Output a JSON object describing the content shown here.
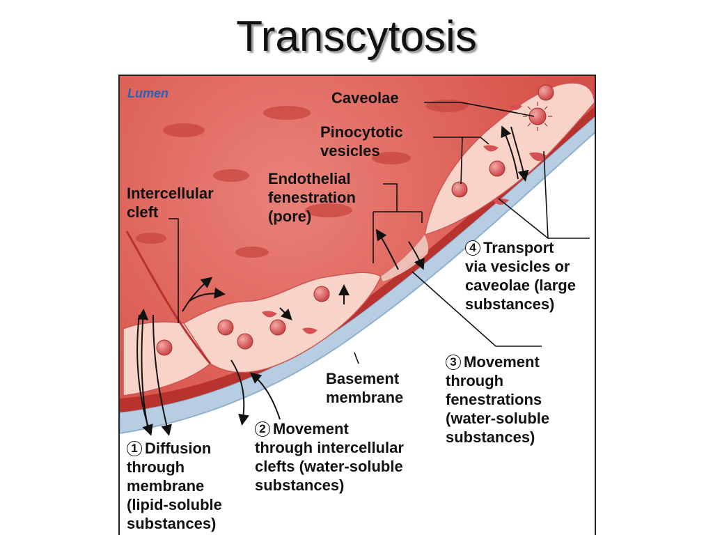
{
  "title": "Transcytosis",
  "lumen_label": "Lumen",
  "labels": {
    "caveolae": "Caveolae",
    "pinocytotic": "Pinocytotic\nvesicles",
    "endothelial": "Endothelial\nfenestration\n(pore)",
    "intercellular": "Intercellular\ncleft",
    "basement": "Basement\nmembrane"
  },
  "steps": [
    {
      "number": "1",
      "first": "Diffusion",
      "rest": "through\nmembrane\n(lipid-soluble\nsubstances)"
    },
    {
      "number": "2",
      "first": "Movement",
      "rest": "through intercellular\nclefts (water-soluble\nsubstances)"
    },
    {
      "number": "3",
      "first": "Movement",
      "rest": "through\nfenestrations\n(water-soluble\nsubstances)"
    },
    {
      "number": "4",
      "first": "Transport",
      "rest": "via vesicles or\ncaveolae (large\nsubstances)"
    }
  ],
  "colors": {
    "lumen": "#d8584e",
    "endothelium": "#f7d3c8",
    "vesicle": "#d65252",
    "basement": "#b6cde2"
  }
}
